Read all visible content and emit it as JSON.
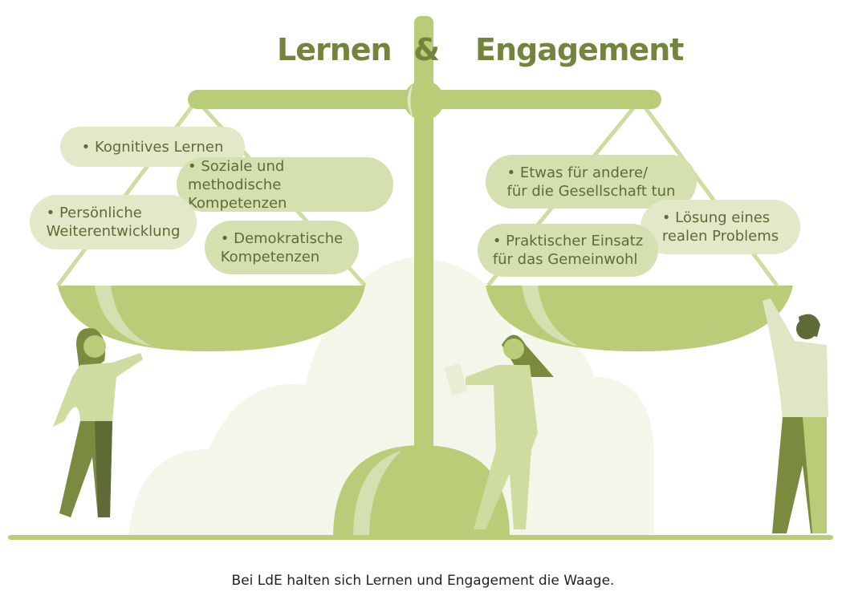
{
  "title": {
    "left": "Lernen",
    "amp": "&",
    "right": "Engagement"
  },
  "left_items": [
    "• Kognitives Lernen",
    "• Soziale und methodische\nKompetenzen",
    "• Persönliche\nWeiterentwicklung",
    "• Demokratische\nKompetenzen"
  ],
  "right_items": [
    "• Etwas für andere/\nfür die Gesellschaft tun",
    "• Lösung eines\nrealen Problems",
    "• Praktischer Einsatz\nfür das Gemeinwohl"
  ],
  "caption": "Bei LdE halten sich Lernen und Engagement die Waage.",
  "colors": {
    "title": "#73843d",
    "scale": "#b9cc77",
    "bubble_light": "#e2e8c8",
    "bubble_dark": "#d5e0b1",
    "text": "#5e6b36"
  }
}
